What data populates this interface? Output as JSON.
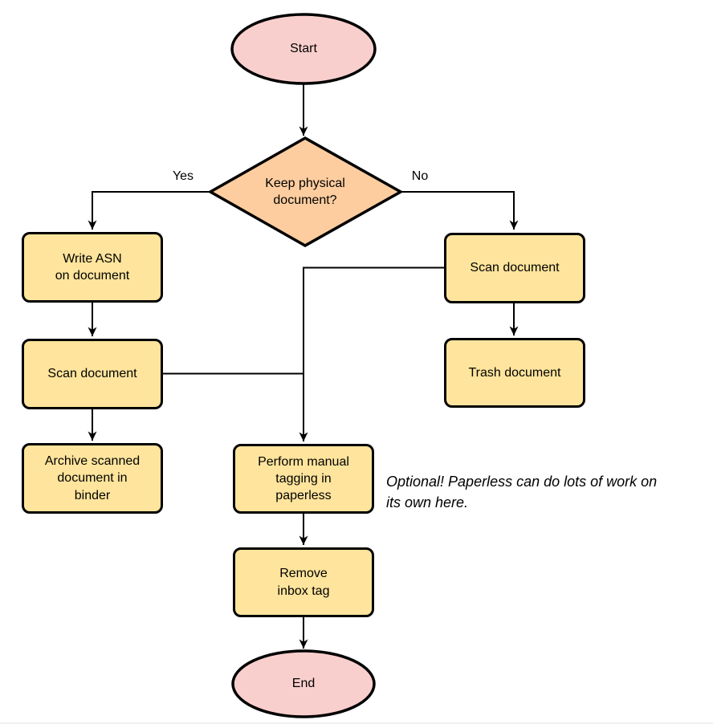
{
  "colors": {
    "terminator_fill": "#f9cfcd",
    "decision_fill": "#fdcd9f",
    "process_fill": "#fee49c",
    "stroke": "#000000",
    "background": "#ffffff"
  },
  "nodes": {
    "start": "Start",
    "decision": "Keep physical\ndocument?",
    "write_asn": "Write ASN\non document",
    "scan_left": "Scan document",
    "archive": "Archive scanned\ndocument in\nbinder",
    "scan_right": "Scan document",
    "trash": "Trash document",
    "tagging": "Perform manual\ntagging in\npaperless",
    "remove_inbox": "Remove\ninbox tag",
    "end": "End"
  },
  "edge_labels": {
    "yes": "Yes",
    "no": "No"
  },
  "annotation": "Optional! Paperless can do lots of work on\nits own here."
}
